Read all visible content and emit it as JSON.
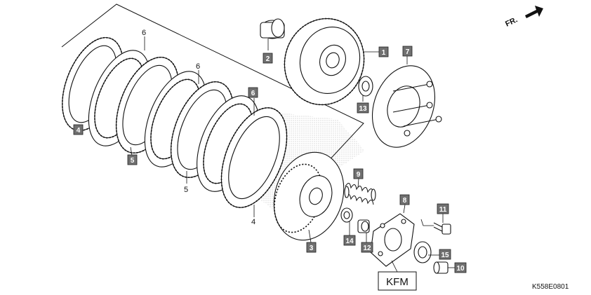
{
  "direction_label": "FR.",
  "diagram_code": "K558E0801",
  "tool_label": "KFM",
  "callouts": [
    {
      "id": "1"
    },
    {
      "id": "2"
    },
    {
      "id": "3"
    },
    {
      "id": "4"
    },
    {
      "id": "5"
    },
    {
      "id": "6"
    },
    {
      "id": "7"
    },
    {
      "id": "8"
    },
    {
      "id": "9"
    },
    {
      "id": "10"
    },
    {
      "id": "11"
    },
    {
      "id": "12"
    },
    {
      "id": "13"
    },
    {
      "id": "14"
    },
    {
      "id": "15"
    }
  ],
  "plain_labels": [
    {
      "text": "6"
    },
    {
      "text": "6"
    },
    {
      "text": "5"
    },
    {
      "text": "4"
    }
  ]
}
